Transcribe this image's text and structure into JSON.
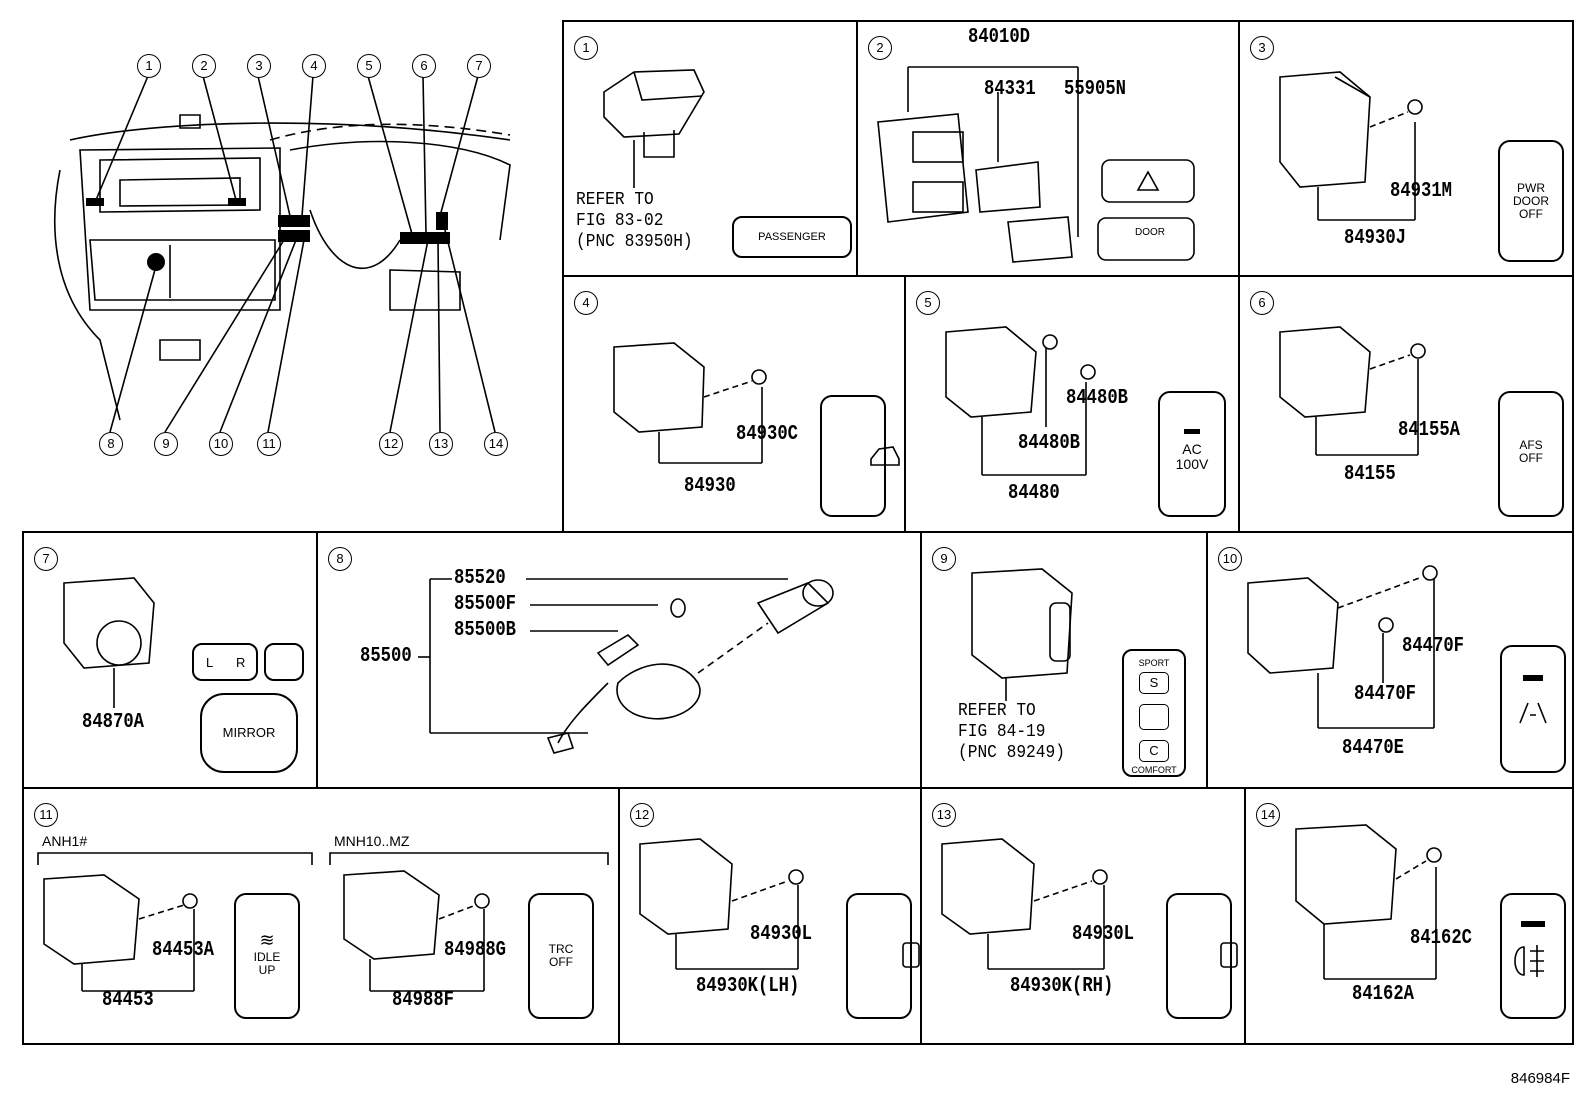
{
  "figure_id": "846984F",
  "overview_callouts": [
    "1",
    "2",
    "3",
    "4",
    "5",
    "6",
    "7",
    "8",
    "9",
    "10",
    "11",
    "12",
    "13",
    "14"
  ],
  "panels": {
    "p1": {
      "num": "1",
      "ref": "REFER TO\nFIG 83-02\n(PNC 83950H)",
      "button": "PASSENGER"
    },
    "p2": {
      "num": "2",
      "pn_top": "84010D",
      "pn_a": "84331",
      "pn_b": "55905N",
      "btn_door": "DOOR"
    },
    "p3": {
      "num": "3",
      "pn_screw": "84931M",
      "pn_main": "84930J",
      "button": [
        "PWR",
        "DOOR",
        "OFF"
      ]
    },
    "p4": {
      "num": "4",
      "pn_screw": "84930C",
      "pn_main": "84930"
    },
    "p5": {
      "num": "5",
      "pn_screw_a": "84480B",
      "pn_screw_b": "84480B",
      "pn_main": "84480",
      "button": [
        "AC",
        "100V"
      ]
    },
    "p6": {
      "num": "6",
      "pn_screw": "84155A",
      "pn_main": "84155",
      "button": [
        "AFS",
        "OFF"
      ]
    },
    "p7": {
      "num": "7",
      "pn_main": "84870A",
      "btn_l": "L",
      "btn_r": "R",
      "btn_mirror": "MIRROR"
    },
    "p8": {
      "num": "8",
      "pn_assy": "85500",
      "pn_a": "85520",
      "pn_b": "85500F",
      "pn_c": "85500B"
    },
    "p9": {
      "num": "9",
      "ref": "REFER TO\nFIG 84-19\n(PNC 89249)",
      "btn_sport": "SPORT",
      "btn_s": "S",
      "btn_c": "C",
      "btn_comfort": "COMFORT"
    },
    "p10": {
      "num": "10",
      "pn_screw_a": "84470F",
      "pn_screw_b": "84470F",
      "pn_main": "84470E"
    },
    "p11": {
      "num": "11",
      "group_a": "ANH1#",
      "group_b": "MNH10..MZ",
      "pn_screw_a": "84453A",
      "pn_main_a": "84453",
      "pn_screw_b": "84988G",
      "pn_main_b": "84988F",
      "button_a": [
        "IDLE",
        "UP"
      ],
      "button_b": [
        "TRC",
        "OFF"
      ]
    },
    "p12": {
      "num": "12",
      "pn_screw": "84930L",
      "pn_main": "84930K(LH)"
    },
    "p13": {
      "num": "13",
      "pn_screw": "84930L",
      "pn_main": "84930K(RH)"
    },
    "p14": {
      "num": "14",
      "pn_screw": "84162C",
      "pn_main": "84162A"
    }
  }
}
